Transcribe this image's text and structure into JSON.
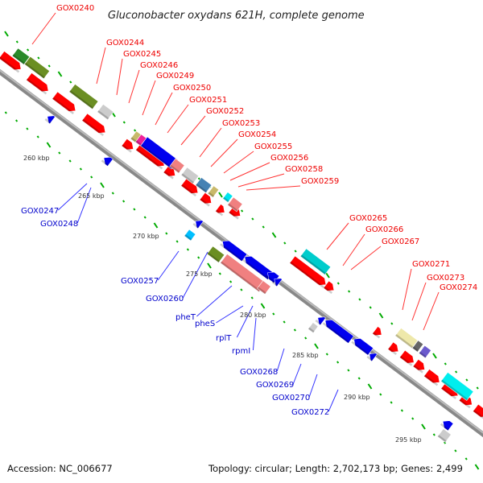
{
  "title": "Gluconobacter oxydans 621H, complete genome",
  "footer": {
    "accession": "Accession: NC_006677",
    "summary": "Topology: circular; Length: 2,702,173 bp; Genes: 2,499"
  },
  "colors": {
    "forward_cds": "#ff0000",
    "reverse_cds": "#0000ee",
    "backbone": "#999999",
    "tick": "#008800",
    "label_forward": "#e00000",
    "label_reverse": "#0000cc"
  },
  "kbp_ticks": [
    {
      "label": "260 kbp",
      "kbp": 260
    },
    {
      "label": "265 kbp",
      "kbp": 265
    },
    {
      "label": "270 kbp",
      "kbp": 270
    },
    {
      "label": "275 kbp",
      "kbp": 275
    },
    {
      "label": "280 kbp",
      "kbp": 280
    },
    {
      "label": "285 kbp",
      "kbp": 285
    },
    {
      "label": "290 kbp",
      "kbp": 290
    },
    {
      "label": "295 kbp",
      "kbp": 295
    }
  ],
  "forward_labels": [
    "GOX0240",
    "GOX0244",
    "GOX0245",
    "GOX0246",
    "GOX0249",
    "GOX0250",
    "GOX0251",
    "GOX0252",
    "GOX0253",
    "GOX0254",
    "GOX0255",
    "GOX0256",
    "GOX0258",
    "GOX0259",
    "GOX0265",
    "GOX0266",
    "GOX0267",
    "GOX0271",
    "GOX0273",
    "GOX0274"
  ],
  "reverse_labels": [
    "GOX0247",
    "GOX0248",
    "GOX0257",
    "GOX0260",
    "pheT",
    "pheS",
    "rplT",
    "rpmI",
    "GOX0268",
    "GOX0269",
    "GOX0270",
    "GOX0272"
  ]
}
